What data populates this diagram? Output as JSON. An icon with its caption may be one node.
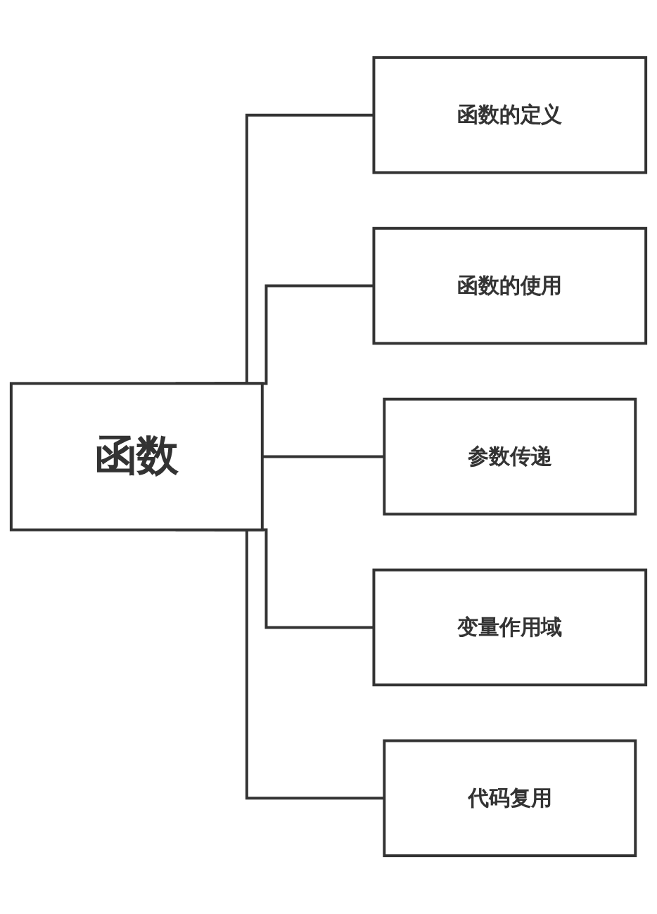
{
  "diagram": {
    "nodes": [
      {
        "text": [
          "函数"
        ]
      },
      {
        "text": [
          "函数的定义"
        ]
      },
      {
        "text": [
          "函数的使用"
        ]
      },
      {
        "text": [
          "参数传递"
        ]
      },
      {
        "text": [
          "变量作用域"
        ]
      },
      {
        "text": [
          "代码复用"
        ]
      }
    ],
    "edges": [
      {
        "from": 0,
        "to": 1,
        "arrow": "none"
      },
      {
        "from": 0,
        "to": 2,
        "arrow": "none"
      },
      {
        "from": 0,
        "to": 3,
        "arrow": "none"
      },
      {
        "from": 0,
        "to": 4,
        "arrow": "none"
      },
      {
        "from": 0,
        "to": 5,
        "arrow": "none"
      }
    ]
  }
}
